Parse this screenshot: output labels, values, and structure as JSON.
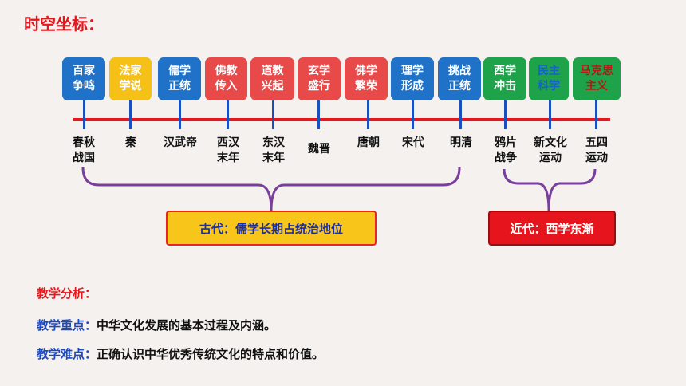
{
  "title": "时空坐标：",
  "timeline": {
    "top_boxes": [
      {
        "label": "百家\n争鸣",
        "color": "#1f72c8"
      },
      {
        "label": "法家\n学说",
        "color": "#f6c116"
      },
      {
        "label": "儒学\n正统",
        "color": "#1f72c8"
      },
      {
        "label": "佛教\n传入",
        "color": "#e84a4a"
      },
      {
        "label": "道教\n兴起",
        "color": "#e84a4a"
      },
      {
        "label": "玄学\n盛行",
        "color": "#e84a4a"
      },
      {
        "label": "佛学\n繁荣",
        "color": "#e84a4a"
      },
      {
        "label": "理学\n形成",
        "color": "#1f72c8"
      },
      {
        "label": "挑战\n正统",
        "color": "#1f72c8"
      },
      {
        "label": "西学\n冲击",
        "color": "#1ea34a"
      },
      {
        "label": "民主\n科学",
        "color": "#1ea34a"
      },
      {
        "label": "马克思\n主义",
        "color": "#1ea34a"
      }
    ],
    "periods": [
      "春秋\n战国",
      "秦",
      "汉武帝",
      "西汉\n末年",
      "东汉\n末年",
      "魏晋",
      "唐朝",
      "宋代",
      "明清",
      "鸦片\n战争",
      "新文化\n运动",
      "五四\n运动"
    ],
    "ancient_label": "古代：儒学长期占统治地位",
    "modern_label": "近代：西学东渐"
  },
  "analysis": {
    "heading": "教学分析：",
    "focus_key": "教学重点：",
    "focus_text": "中华文化发展的基本过程及内涵。",
    "difficulty_key": "教学难点：",
    "difficulty_text": "正确认识中华优秀传统文化的特点和价值。"
  }
}
